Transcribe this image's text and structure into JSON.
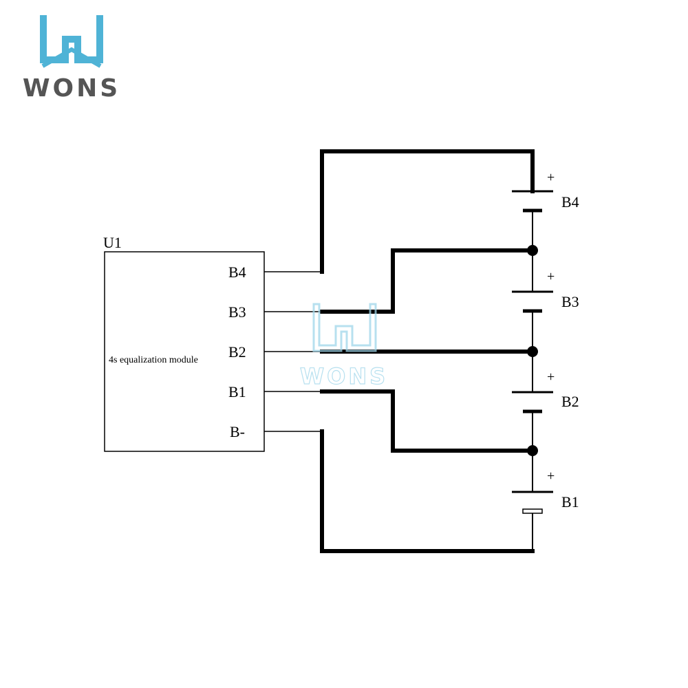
{
  "logo": {
    "text": "WONS",
    "primary_color": "#4fb3d6",
    "text_color": "#555555"
  },
  "watermark": {
    "text": "WONS",
    "color": "#9fd6ea"
  },
  "module": {
    "ref": "U1",
    "description": "4s equalization module",
    "pins": [
      "B4",
      "B3",
      "B2",
      "B1",
      "B-"
    ]
  },
  "battery_cells": [
    {
      "label": "B4",
      "polarity": "+"
    },
    {
      "label": "B3",
      "polarity": "+"
    },
    {
      "label": "B2",
      "polarity": "+"
    },
    {
      "label": "B1",
      "polarity": "+"
    }
  ],
  "colors": {
    "wire": "#000000",
    "background": "#ffffff"
  }
}
